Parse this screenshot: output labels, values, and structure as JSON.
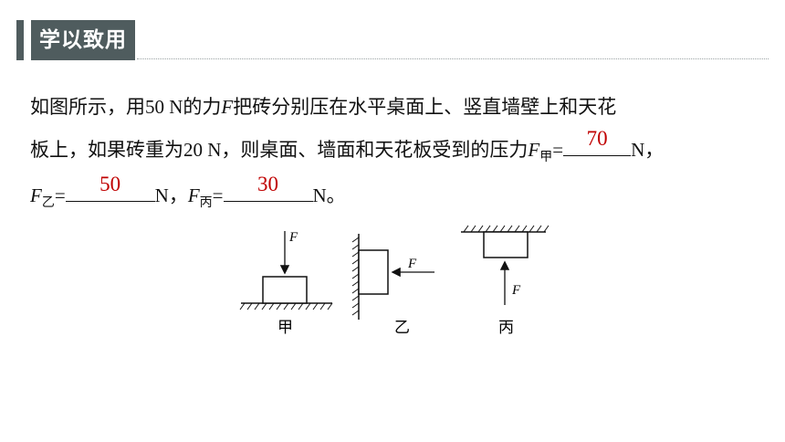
{
  "header": {
    "title": "学以致用"
  },
  "question": {
    "line1_prefix": "如图所示，用",
    "force_value": "50 N",
    "line1_middle": "的力",
    "force_symbol": "F",
    "line1_suffix": "把砖分别压在水平桌面上、竖直墙壁上和天花",
    "line2_prefix": "板上，如果砖重为",
    "weight_value": "20 N",
    "line2_suffix": "，则桌面、墙面和天花板受到的压力",
    "sub_jia": "甲",
    "sub_yi": "乙",
    "sub_bing": "丙",
    "equals": "=",
    "unit_comma": "N，",
    "unit_end": "N。",
    "comma": "，"
  },
  "answers": {
    "jia": "70",
    "yi": "50",
    "bing": "30"
  },
  "figures": {
    "force_label": "F",
    "label_jia": "甲",
    "label_yi": "乙",
    "label_bing": "丙"
  }
}
